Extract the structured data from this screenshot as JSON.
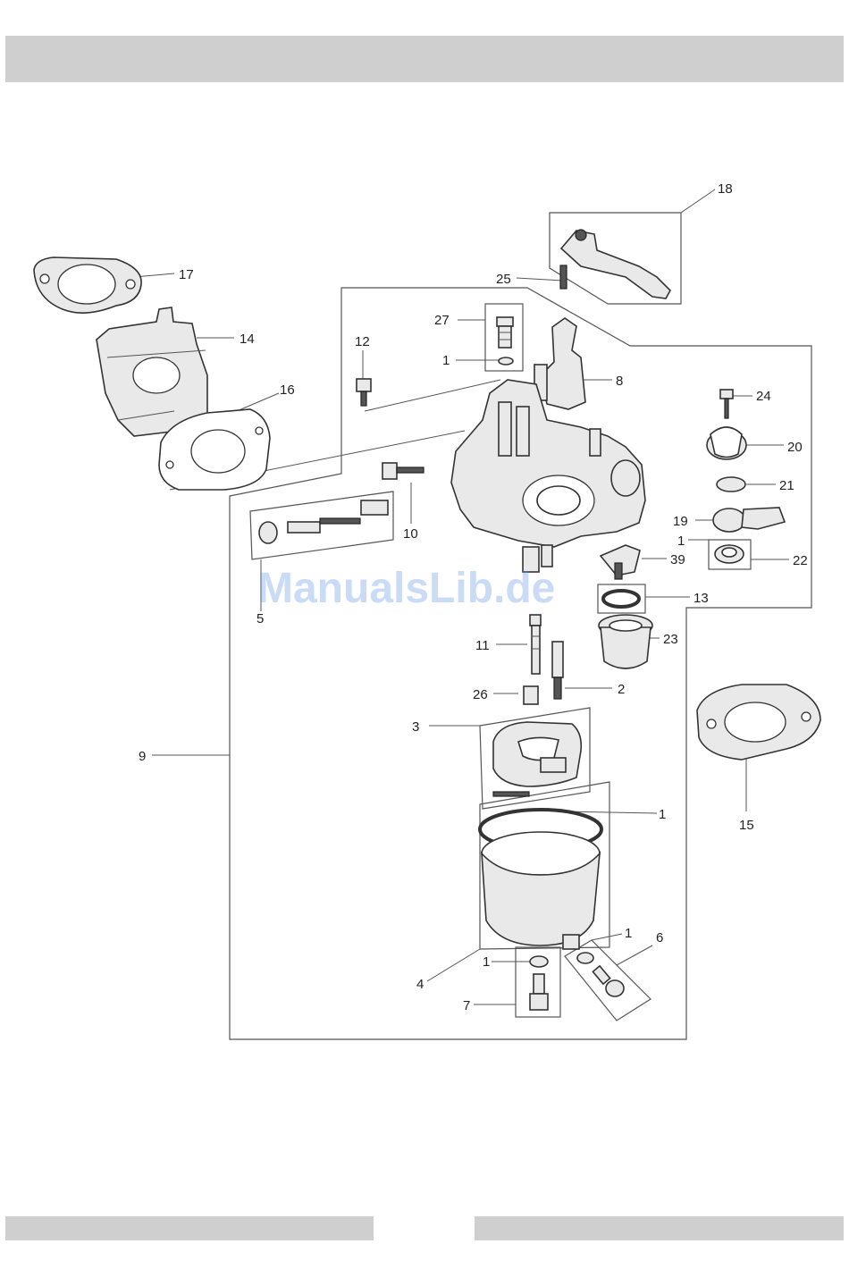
{
  "watermark": "ManualsLib.de",
  "callouts": [
    {
      "id": "c18",
      "text": "18"
    },
    {
      "id": "c17",
      "text": "17"
    },
    {
      "id": "c25",
      "text": "25"
    },
    {
      "id": "c27",
      "text": "27"
    },
    {
      "id": "c14",
      "text": "14"
    },
    {
      "id": "c12",
      "text": "12"
    },
    {
      "id": "c1a",
      "text": "1"
    },
    {
      "id": "c8",
      "text": "8"
    },
    {
      "id": "c16",
      "text": "16"
    },
    {
      "id": "c24",
      "text": "24"
    },
    {
      "id": "c20",
      "text": "20"
    },
    {
      "id": "c21",
      "text": "21"
    },
    {
      "id": "c19",
      "text": "19"
    },
    {
      "id": "c10",
      "text": "10"
    },
    {
      "id": "c1b",
      "text": "1"
    },
    {
      "id": "c39",
      "text": "39"
    },
    {
      "id": "c22",
      "text": "22"
    },
    {
      "id": "c5",
      "text": "5"
    },
    {
      "id": "c13",
      "text": "13"
    },
    {
      "id": "c23",
      "text": "23"
    },
    {
      "id": "c11",
      "text": "11"
    },
    {
      "id": "c2",
      "text": "2"
    },
    {
      "id": "c26",
      "text": "26"
    },
    {
      "id": "c3",
      "text": "3"
    },
    {
      "id": "c9",
      "text": "9"
    },
    {
      "id": "c1c",
      "text": "1"
    },
    {
      "id": "c15",
      "text": "15"
    },
    {
      "id": "c1d",
      "text": "1"
    },
    {
      "id": "c6",
      "text": "6"
    },
    {
      "id": "c1e",
      "text": "1"
    },
    {
      "id": "c4",
      "text": "4"
    },
    {
      "id": "c7",
      "text": "7"
    }
  ]
}
